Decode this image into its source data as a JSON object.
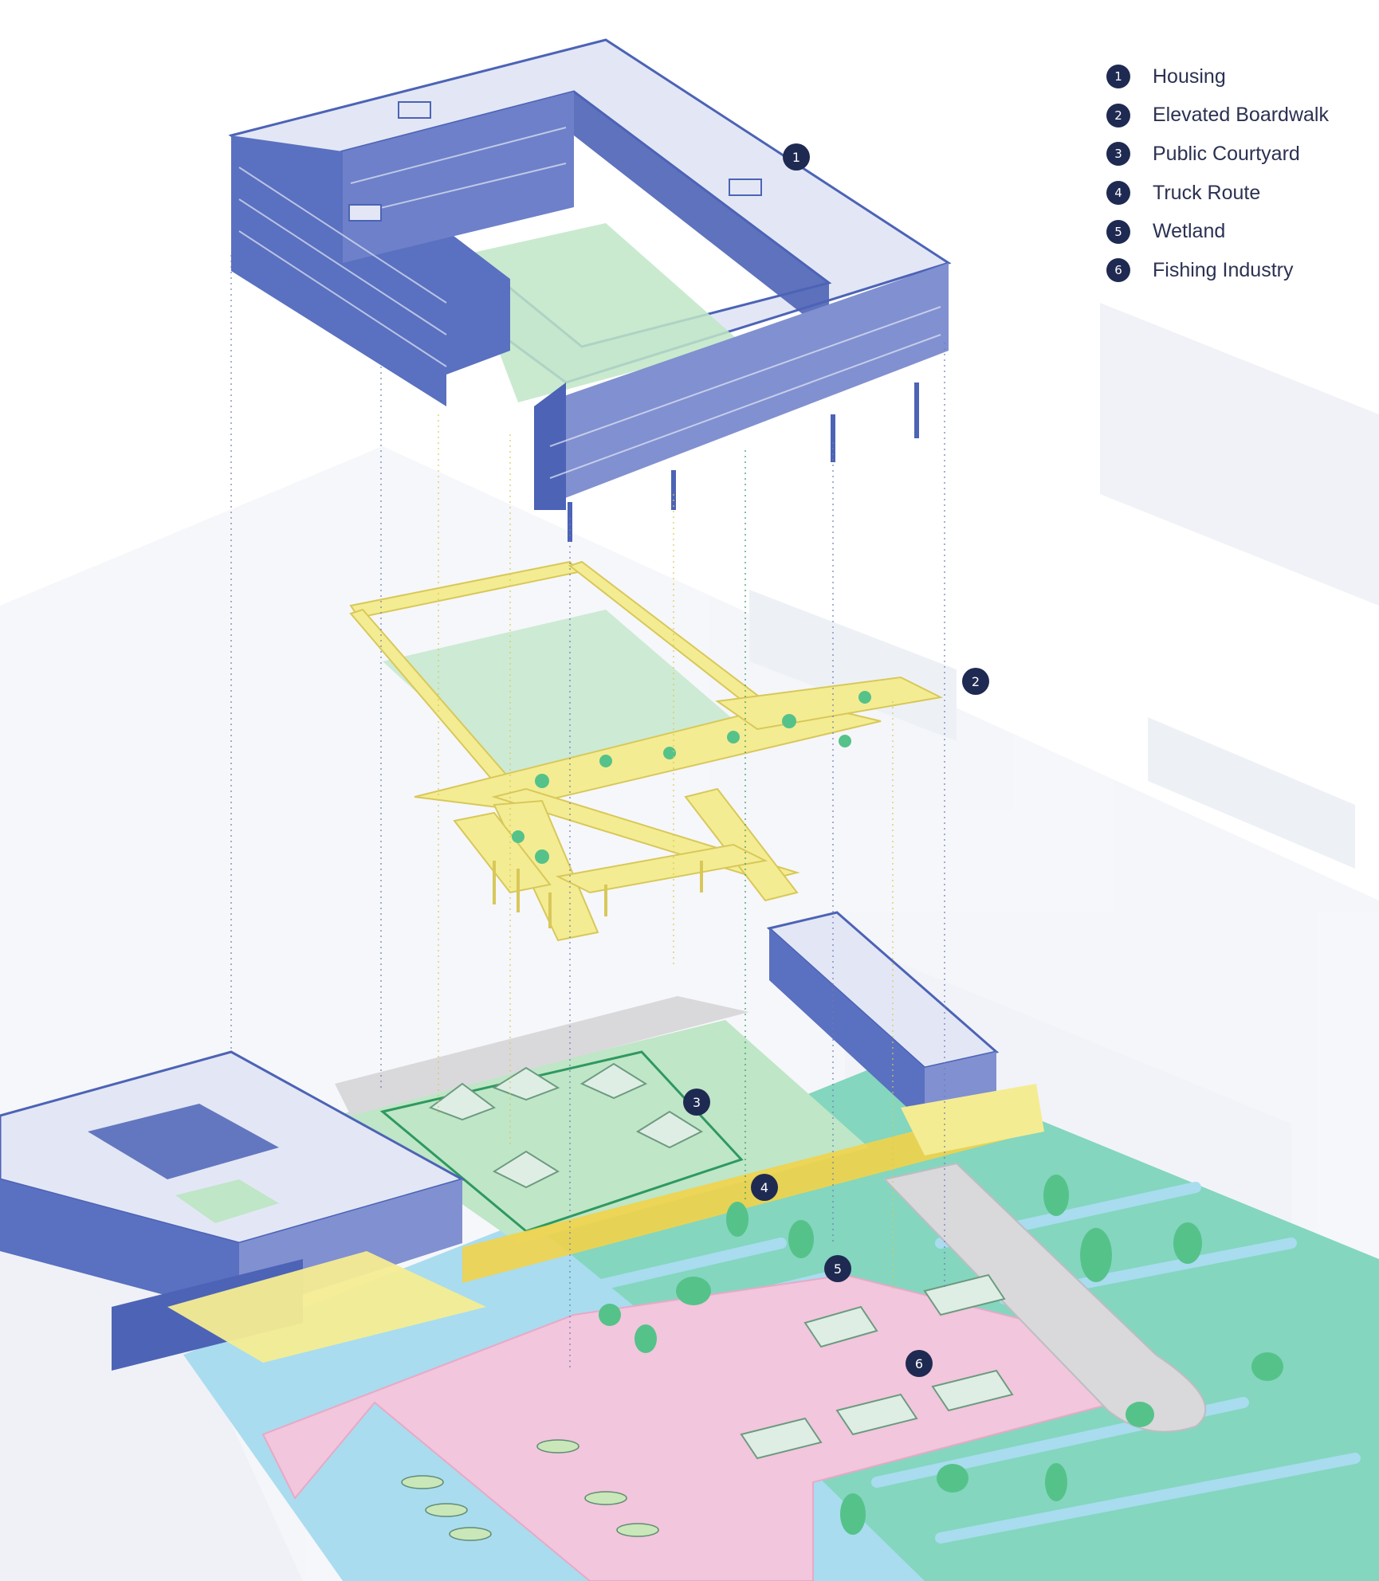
{
  "legend": {
    "items": [
      {
        "num": "1",
        "label": "Housing"
      },
      {
        "num": "2",
        "label": "Elevated Boardwalk"
      },
      {
        "num": "3",
        "label": "Public Courtyard"
      },
      {
        "num": "4",
        "label": "Truck Route"
      },
      {
        "num": "5",
        "label": "Wetland"
      },
      {
        "num": "6",
        "label": "Fishing Industry"
      }
    ]
  },
  "markers": {
    "housing": "1",
    "boardwalk": "2",
    "courtyard": "3",
    "truck_route": "4",
    "wetland": "5",
    "fishing": "6"
  },
  "colors": {
    "housing_blue": "#4c63b6",
    "housing_light": "#e3e7f5",
    "boardwalk_yellow": "#f4ec92",
    "courtyard_green": "#bfe6c7",
    "water_blue": "#a9dcef",
    "wetland_teal": "#84d6bf",
    "fishing_pink": "#f2c6dc",
    "road_gray": "#d9d9dc",
    "marker_navy": "#1f2a52"
  }
}
